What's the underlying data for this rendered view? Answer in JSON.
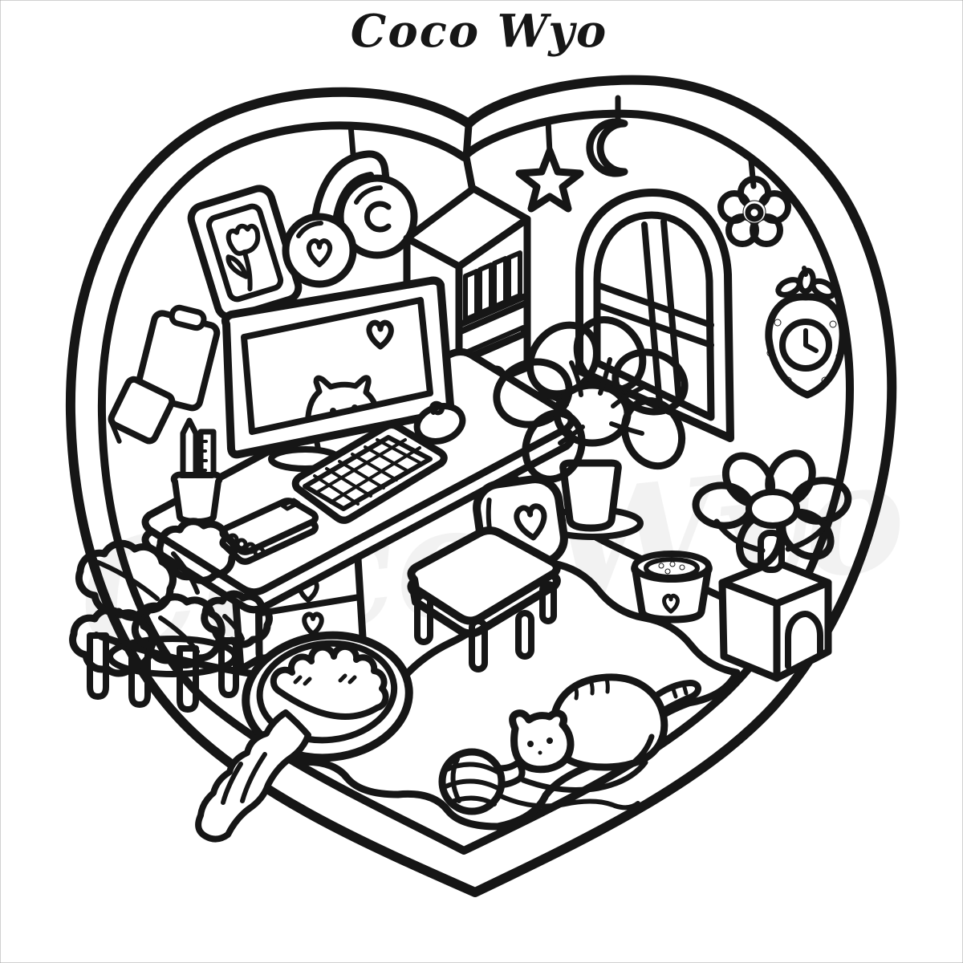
{
  "artwork": {
    "signature": "Coco Wyo",
    "style": "black and white line-art coloring page",
    "subject": "isometric cozy study room inside a heart-shaped outline"
  },
  "palette": {
    "line": "#161616",
    "background": "#ffffff",
    "watermark": "#b9b9b9"
  },
  "clock": {
    "time_shown": "about 4:00"
  },
  "scene": {
    "labels": {
      "page": "heart-shaped cozy room coloring page",
      "heart": "heart-shaped room outline",
      "star": "hanging star ornament",
      "moon": "hanging crescent moon ornament",
      "flower_ornament": "hanging flower ornament",
      "window": "arched window with cross mullions",
      "clock": "strawberry wall clock",
      "picture": "framed tulip picture with scalloped frame",
      "headphones": "headphones hanging on wall with heart earcup",
      "clipboard": "wall clipboard with paper notes",
      "bookshelf": "tall bookshelf with books and drawer",
      "desk": "corner desk",
      "drawers": "desk drawer unit with heart handles",
      "monitor": "computer monitor with cat and heart wallpaper",
      "keyboard": "computer keyboard",
      "mouse": "computer mouse with curly cable",
      "succulent": "potted succulent plant",
      "pencil_cup": "pencil cup with pencil and ruler",
      "notebook": "spiral notebook",
      "plant": "leafy floor plant in oval planter",
      "flower_plant": "large potted flower plant on saucer",
      "chair": "desk chair with heart backrest",
      "rug": "wavy-edged floor rug",
      "cat": "striped cat playing on rug",
      "yarn": "yarn ball with trailing strand",
      "bowl": "pet food bowl with heart",
      "cat_tree": "flower-shaped cat stool on pet house with arched door",
      "bed": "round pet bed with fluffy blanket spilling out"
    }
  }
}
